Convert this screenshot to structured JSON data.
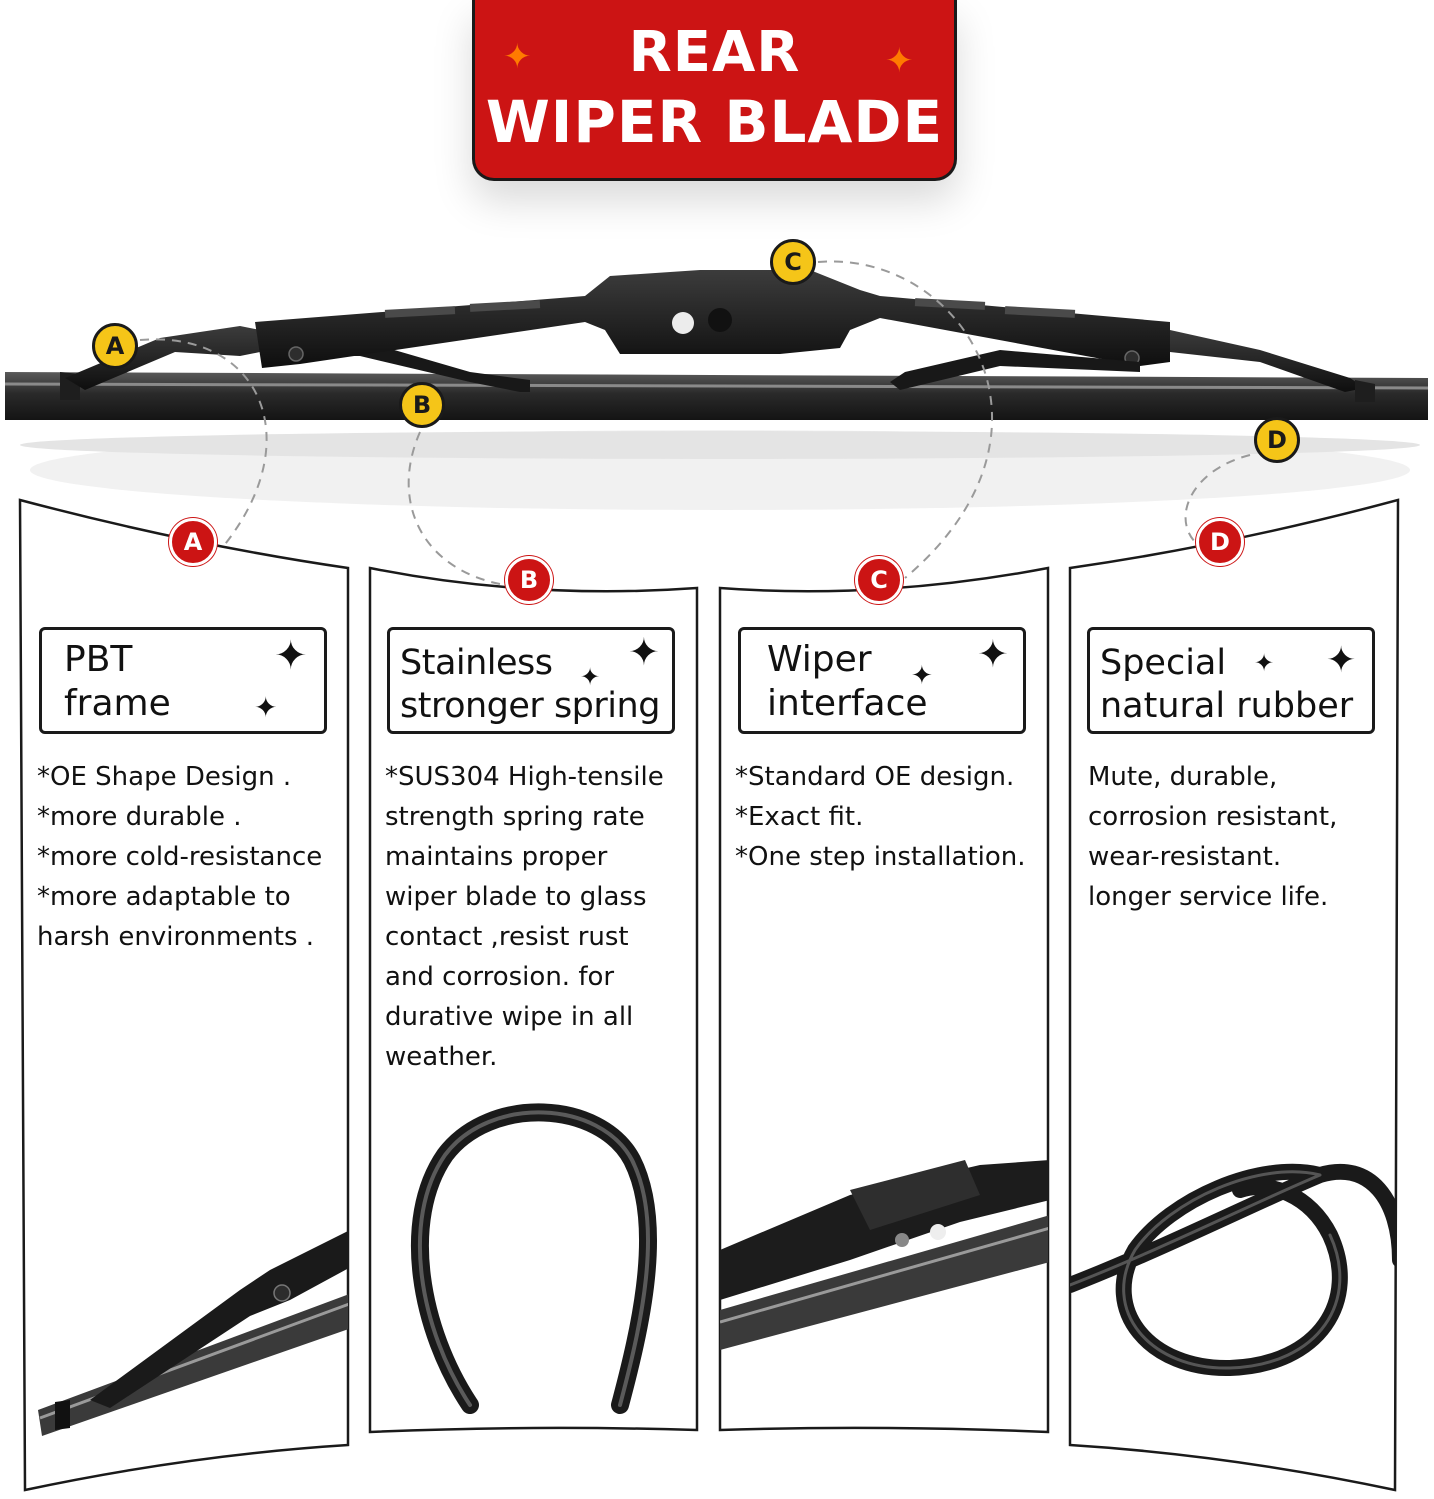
{
  "title": {
    "line1": "REAR",
    "line2": "WIPER BLADE"
  },
  "colors": {
    "accent_red": "#cc1414",
    "marker_yellow": "#f5c518",
    "spark_orange": "#ff7a00",
    "ink": "#111111"
  },
  "markers": [
    "A",
    "B",
    "C",
    "D"
  ],
  "panels": [
    {
      "letter": "A",
      "heading_line1": "PBT",
      "heading_line2": "frame",
      "description": "*OE Shape Design .\n*more durable .\n*more cold-resistance\n*more adaptable to\nharsh environments ."
    },
    {
      "letter": "B",
      "heading_line1": "Stainless",
      "heading_line2": "stronger spring",
      "description": "*SUS304 High-tensile\nstrength spring rate\nmaintains proper\nwiper blade to glass\ncontact ,resist rust\nand corrosion. for\ndurative wipe in all\nweather."
    },
    {
      "letter": "C",
      "heading_line1": "Wiper",
      "heading_line2": "interface",
      "description": "*Standard OE design.\n*Exact fit.\n*One step installation."
    },
    {
      "letter": "D",
      "heading_line1": "Special",
      "heading_line2": "natural rubber",
      "description": "Mute, durable,\ncorrosion resistant,\nwear-resistant.\nlonger service life."
    }
  ]
}
